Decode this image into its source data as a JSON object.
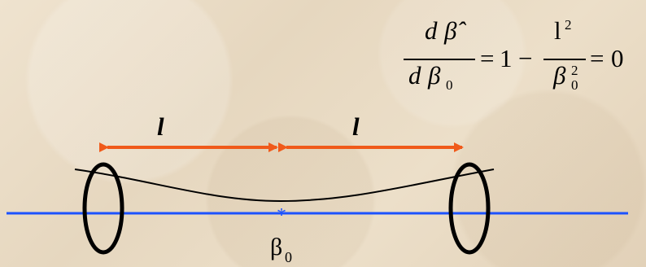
{
  "equation": {
    "numerator": {
      "d": "d",
      "beta_hat": "β̂"
    },
    "denominator": {
      "d": "d",
      "beta": "β",
      "sub": "0"
    },
    "equals_1": "=",
    "one": "1",
    "minus": "−",
    "fraction2": {
      "num": "l",
      "num_sup": "2",
      "den": "β",
      "den_sub": "0",
      "den_sup": "2"
    },
    "equals_2": "=",
    "zero": "0"
  },
  "labels": {
    "left_length": "l",
    "right_length": "l",
    "center": "β",
    "center_sub": "0",
    "star": "*"
  },
  "colors": {
    "arrow": "#f05a1a",
    "axis": "#1c52ff",
    "curve": "#000000",
    "text": "#000000",
    "star": "#1c52ff"
  }
}
